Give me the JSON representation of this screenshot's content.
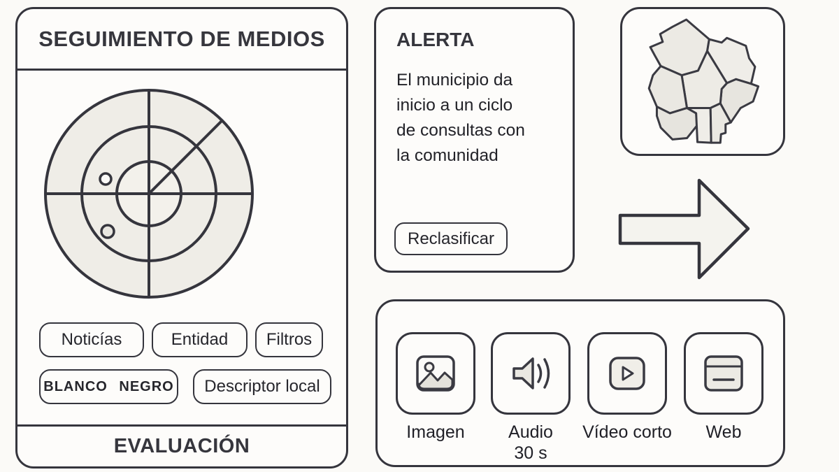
{
  "colors": {
    "background": "#fbfaf7",
    "panel_bg": "#fdfcfa",
    "border": "#35353d",
    "text": "#26262c",
    "fill_light": "#efede7",
    "fill_mid": "#e8e6e0"
  },
  "media_panel": {
    "title": "SEGUIMIENTO DE MEDIOS",
    "footer": "EVALUACIÓN",
    "radar": {
      "rings": 3,
      "blips": 2,
      "sweep_line_angle_deg": 45
    },
    "buttons": [
      {
        "label": "Noticías"
      },
      {
        "label": "Entidad"
      },
      {
        "label": "Filtros"
      },
      {
        "label": "BLANCO NEGRO"
      },
      {
        "label": "Descriptor local"
      }
    ]
  },
  "alert_panel": {
    "title": "ALERTA",
    "body": "El municipio da\ninicio a un ciclo\nde consultas con\nla comunidad",
    "button_label": "Reclasificar"
  },
  "map_panel": {
    "icon": "municipality-map-icon",
    "regions": 8
  },
  "arrow": {
    "icon": "arrow-right-icon"
  },
  "formats_panel": {
    "items": [
      {
        "icon": "image-icon",
        "label": "Imagen"
      },
      {
        "icon": "speaker-icon",
        "label": "Audio",
        "sublabel": "30 s"
      },
      {
        "icon": "video-play-icon",
        "label": "Vídeo corto"
      },
      {
        "icon": "browser-window-icon",
        "label": "Web"
      }
    ]
  }
}
